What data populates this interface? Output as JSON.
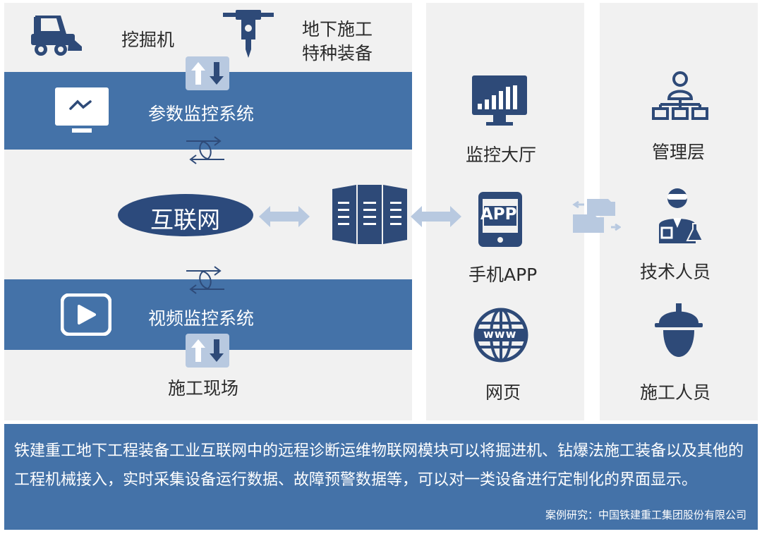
{
  "colors": {
    "band_blue": "#4472a8",
    "icon_navy": "#2e4a78",
    "panel_grey": "#f1f1f1",
    "arrow_light": "#b8c9e0",
    "ellipse_fill": "#2c4a7c"
  },
  "field": {
    "excavator_label": "挖掘机",
    "underground_label_line1": "地下施工",
    "underground_label_line2": "特种装备",
    "param_system_label": "参数监控系统",
    "internet_label": "互联网",
    "video_system_label": "视频监控系统",
    "site_label": "施工现场"
  },
  "terminals": {
    "monitor_hall_label": "监控大厅",
    "mobile_app_label": "手机APP",
    "app_icon_text": "APP",
    "webpage_label": "网页",
    "www_icon_text": "www"
  },
  "users": {
    "management_label": "管理层",
    "technician_label": "技术人员",
    "worker_label": "施工人员"
  },
  "caption": {
    "text": "铁建重工地下工程装备工业互联网中的远程诊断运维物联网模块可以将掘进机、钻爆法施工装备以及其他的工程机械接入，实时采集设备运行数据、故障预警数据等，可以对一类设备进行定制化的界面显示。",
    "credit": "案例研究：中国铁建重工集团股份有限公司"
  },
  "icons": [
    "loader-icon",
    "drill-icon",
    "monitor-icon",
    "swap-arrows-icon",
    "exchange-arrows-icon",
    "double-arrow-icon",
    "server-icon",
    "dashboard-icon",
    "app-icon",
    "www-globe-icon",
    "org-chart-icon",
    "transfer-icon",
    "scientist-icon",
    "hardhat-worker-icon",
    "play-icon"
  ]
}
